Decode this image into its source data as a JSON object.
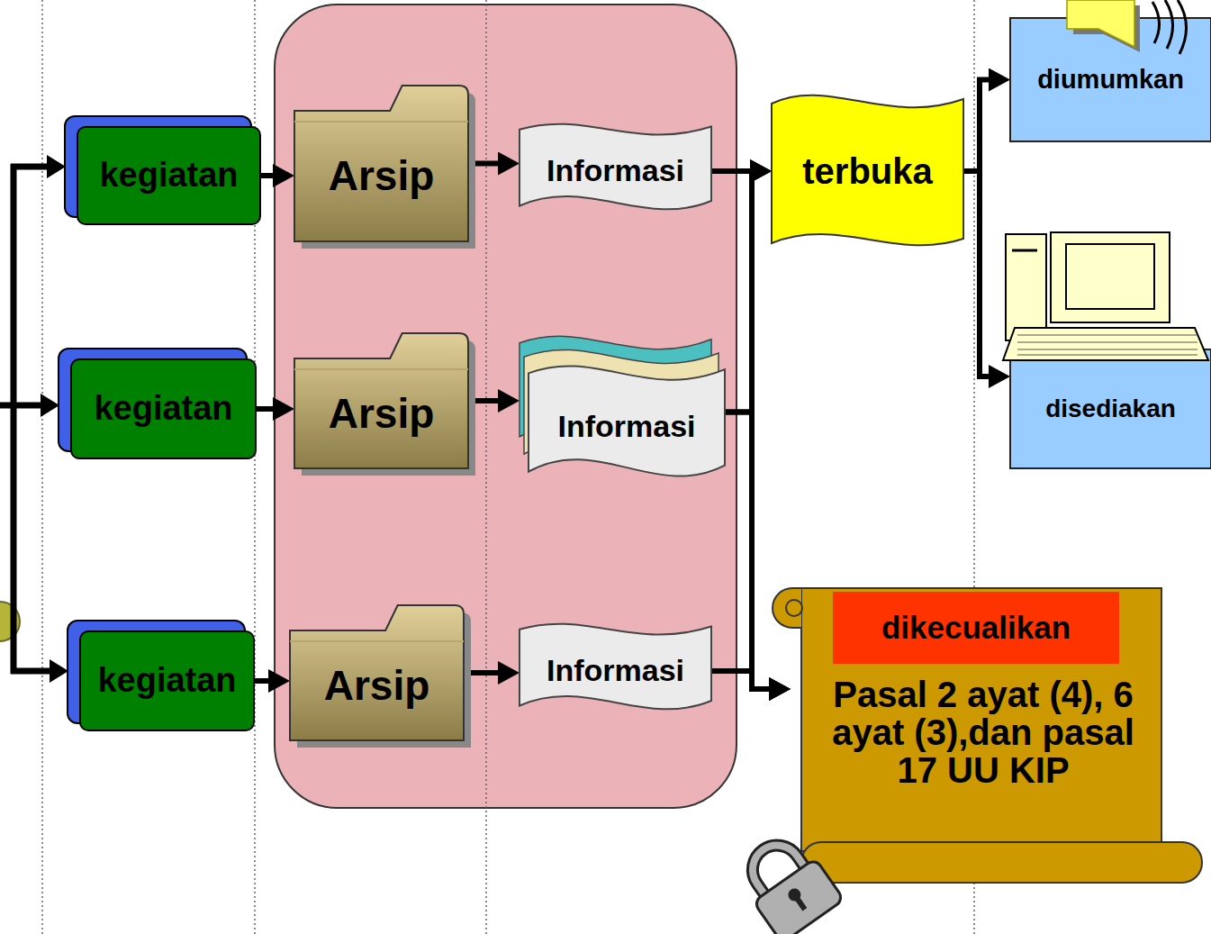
{
  "diagram": {
    "nodes": [
      {
        "text": [
          "kegiatan"
        ]
      },
      {
        "text": [
          "Arsip"
        ]
      },
      {
        "text": [
          "Informasi"
        ]
      },
      {
        "text": [
          "terbuka"
        ]
      },
      {
        "text": [
          "diumumkan"
        ]
      },
      {
        "text": [
          "disediakan"
        ]
      },
      {
        "text": [
          "kegiatan"
        ]
      },
      {
        "text": [
          "Arsip"
        ]
      },
      {
        "text": [
          "Informasi"
        ]
      },
      {
        "text": [
          "kegiatan"
        ]
      },
      {
        "text": [
          "Arsip"
        ]
      },
      {
        "text": [
          "Informasi"
        ]
      },
      {
        "text": [
          "Pasal 2 ayat (4), 6 ayat (3),dan pasal 17 UU KIP"
        ]
      },
      {
        "text": [
          "dikecualikan"
        ],
        "in": 12
      }
    ],
    "edges": [
      {
        "from": 0,
        "to": 1,
        "arrow": "to"
      },
      {
        "from": 1,
        "to": 2,
        "arrow": "to"
      },
      {
        "from": 2,
        "to": 3,
        "arrow": "to"
      },
      {
        "from": 2,
        "to": 12,
        "arrow": "to"
      },
      {
        "from": 3,
        "to": 4,
        "arrow": "to"
      },
      {
        "from": 3,
        "to": 5,
        "arrow": "to"
      },
      {
        "from": 6,
        "to": 7,
        "arrow": "to"
      },
      {
        "from": 7,
        "to": 8,
        "arrow": "to"
      },
      {
        "from": 8,
        "to": 3,
        "arrow": "to"
      },
      {
        "from": 8,
        "to": 12,
        "arrow": "to"
      },
      {
        "from": 9,
        "to": 10,
        "arrow": "to"
      },
      {
        "from": 10,
        "to": 11,
        "arrow": "to"
      },
      {
        "from": 11,
        "to": 3,
        "arrow": "to"
      },
      {
        "from": 11,
        "to": 12,
        "arrow": "to"
      }
    ]
  }
}
